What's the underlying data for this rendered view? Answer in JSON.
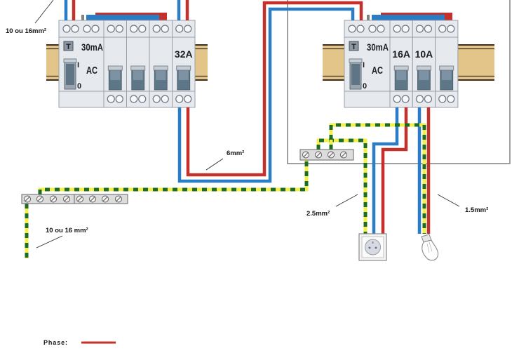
{
  "colors": {
    "phase": "#c4302b",
    "neutral": "#2a7dc4",
    "earth_green": "#1e6d22",
    "earth_yellow": "#f2ef4e",
    "din_rail": "#e3c58a",
    "enclosure": "#808080"
  },
  "panels": [
    {
      "name": "main-panel",
      "rcd": {
        "test_label": "T",
        "sensitivity": "30mA",
        "type": "AC",
        "on_label": "I",
        "off_label": "0"
      },
      "breakers": [
        "",
        "",
        "",
        "32A"
      ]
    },
    {
      "name": "sub-panel",
      "rcd": {
        "test_label": "T",
        "sensitivity": "30mA",
        "type": "AC",
        "on_label": "I",
        "off_label": "0"
      },
      "breakers": [
        "16A",
        "10A",
        ""
      ]
    }
  ],
  "terminal_bars": {
    "main_earth_bar_screws": 8,
    "sub_earth_bar_screws": 4
  },
  "annotations": {
    "supply_earth": "10 ou 16mm²",
    "link_cable": "6mm²",
    "earth_electrode": "10 ou 16 mm²",
    "socket_circuit": "2.5mm²",
    "lighting_circuit": "1.5mm²"
  },
  "legend": {
    "phase_label": "Phase:"
  }
}
